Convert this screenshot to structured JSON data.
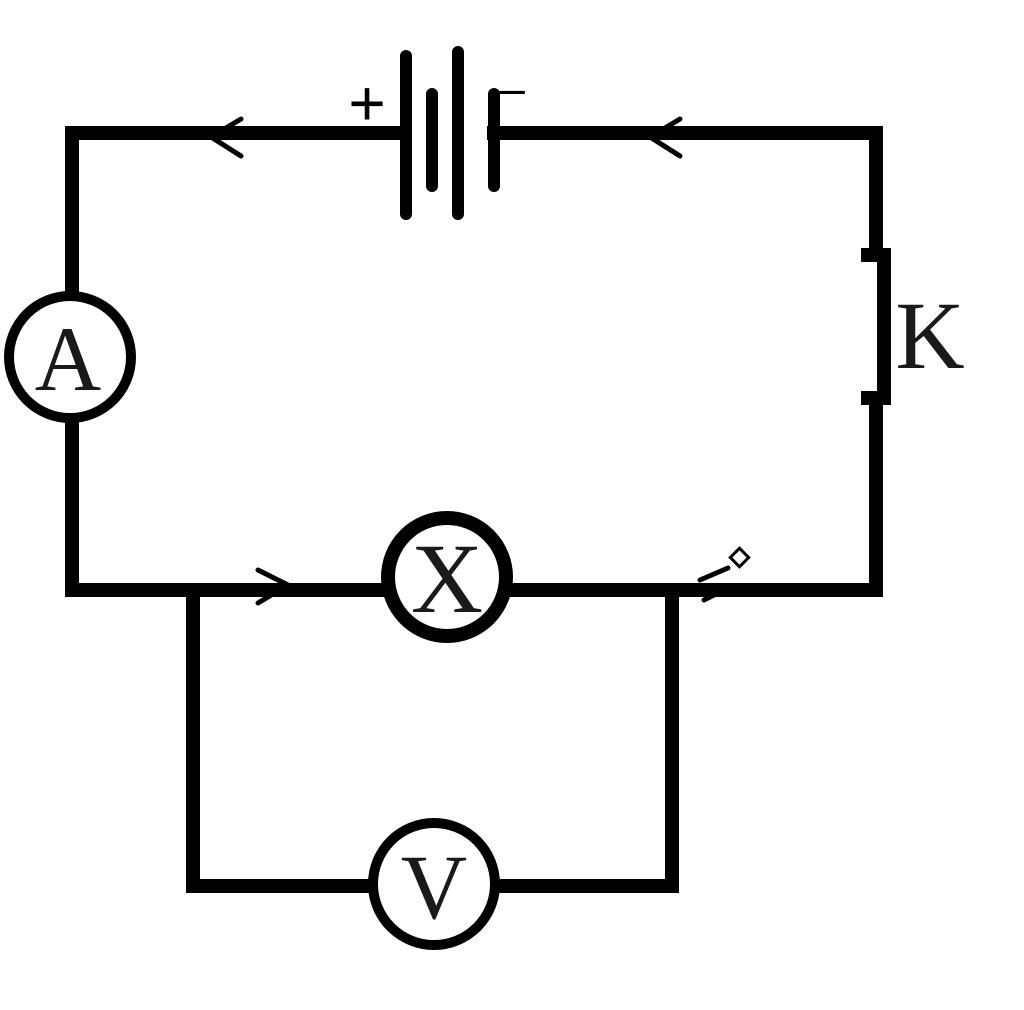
{
  "diagram": {
    "battery": {
      "plus_label": "+",
      "minus_label": "–"
    },
    "ammeter_label": "A",
    "lamp_label": "X",
    "voltmeter_label": "V",
    "switch_label": "K",
    "colors": {
      "line": "#000000",
      "text": "#1a1a1a",
      "background": "#ffffff"
    }
  }
}
